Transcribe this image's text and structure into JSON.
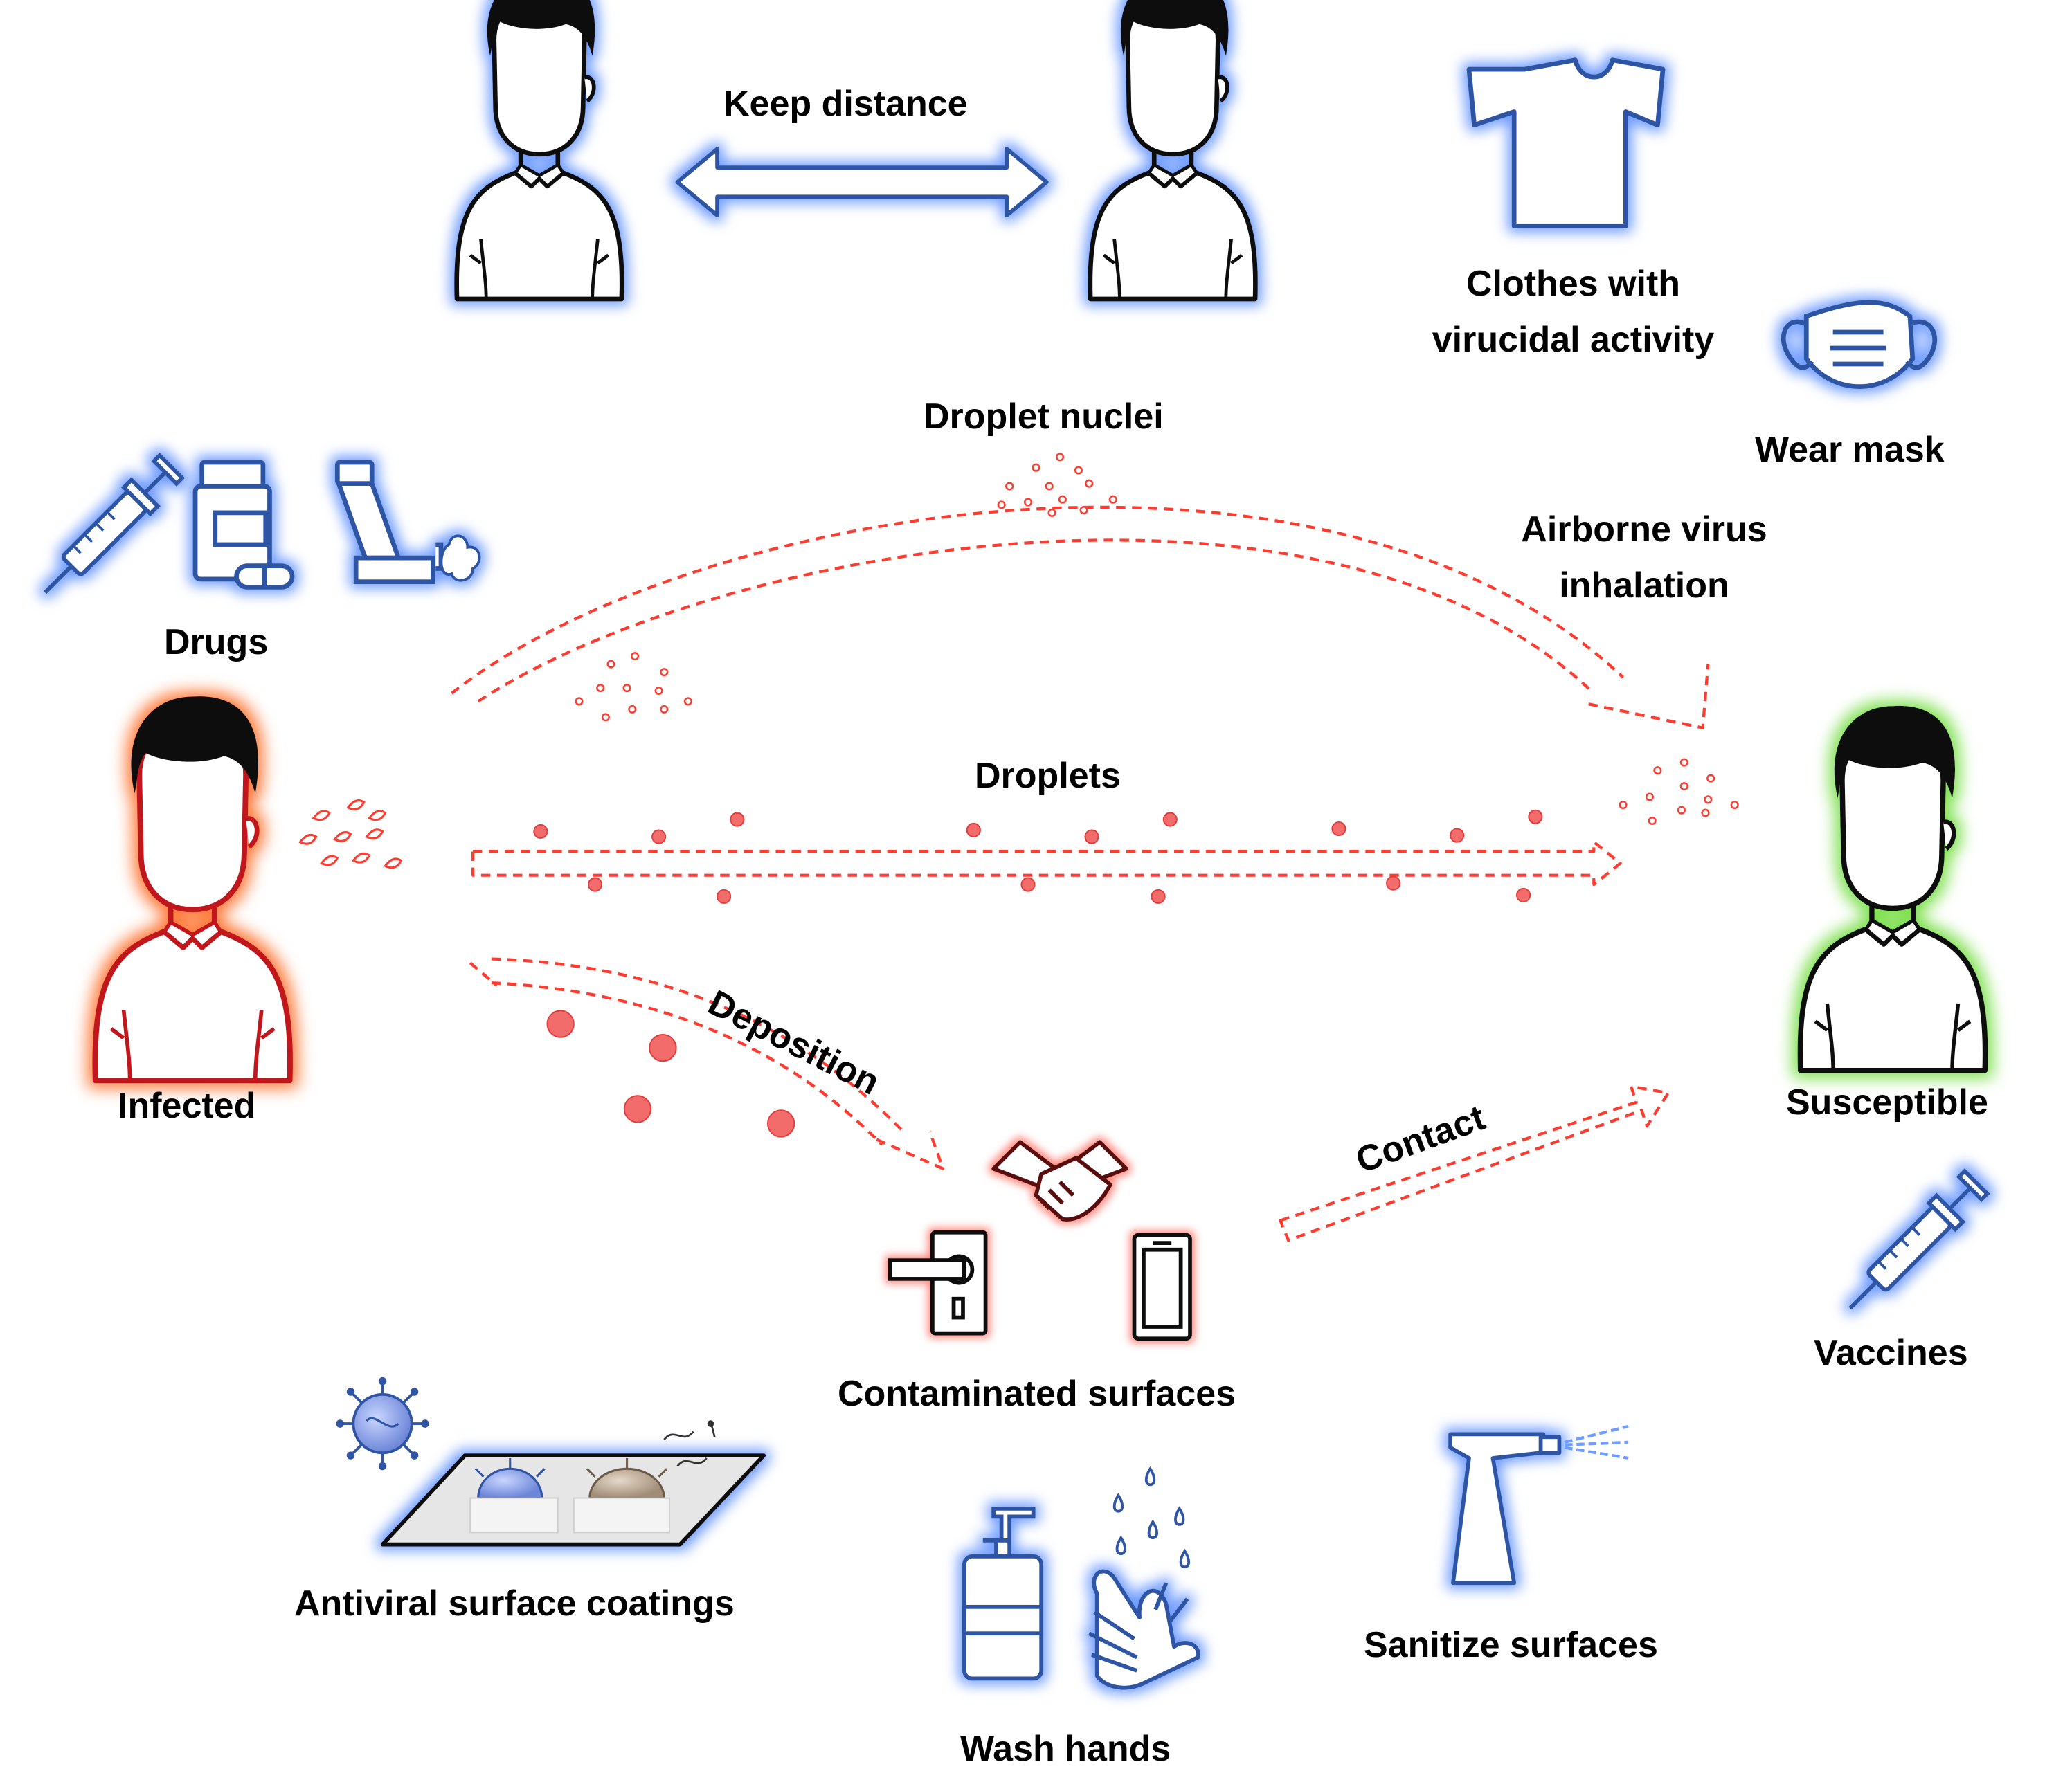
{
  "labels": {
    "keep_distance": "Keep distance",
    "clothes": "Clothes with virucidal activity",
    "wear_mask": "Wear mask",
    "droplet_nuclei": "Droplet nuclei",
    "airborne": "Airborne virus inhalation",
    "drugs": "Drugs",
    "droplets": "Droplets",
    "infected": "Infected",
    "susceptible": "Susceptible",
    "deposition": "Deposition",
    "contact": "Contact",
    "contaminated": "Contaminated surfaces",
    "vaccines": "Vaccines",
    "antiviral": "Antiviral surface coatings",
    "wash_hands": "Wash hands",
    "sanitize": "Sanitize surfaces"
  },
  "colors": {
    "infection_red": "#ff3b30",
    "protection_blue": "#2f55a4",
    "glow_blue": "#6f9cff",
    "glow_red": "#ff7a3a",
    "glow_green": "#7ee04f"
  },
  "icons": [
    "person-icon",
    "double-arrow-icon",
    "tshirt-icon",
    "mask-icon",
    "syringe-icon",
    "pill-bottle-icon",
    "inhaler-icon",
    "handshake-icon",
    "door-handle-icon",
    "phone-icon",
    "virus-icon",
    "coated-surface-icon",
    "soap-dispenser-icon",
    "washing-hands-icon",
    "spray-bottle-icon"
  ]
}
